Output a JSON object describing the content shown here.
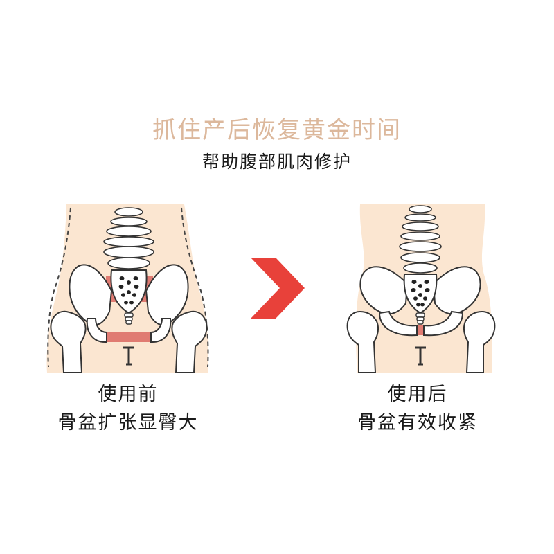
{
  "header": {
    "title": "抓住产后恢复黄金时间",
    "subtitle": "帮助腹部肌肉修护"
  },
  "before": {
    "label": "使用前",
    "description": "骨盆扩张显臀大"
  },
  "after": {
    "label": "使用后",
    "description": "骨盆有效收紧"
  },
  "icons": {
    "before_image": "pelvis-before-illustration",
    "after_image": "pelvis-after-illustration",
    "arrow": "chevron-right-icon"
  },
  "colors": {
    "title": "#dcb89c",
    "skin": "#fbe6d1",
    "highlight": "#e07b72",
    "arrow": "#e8413a"
  }
}
